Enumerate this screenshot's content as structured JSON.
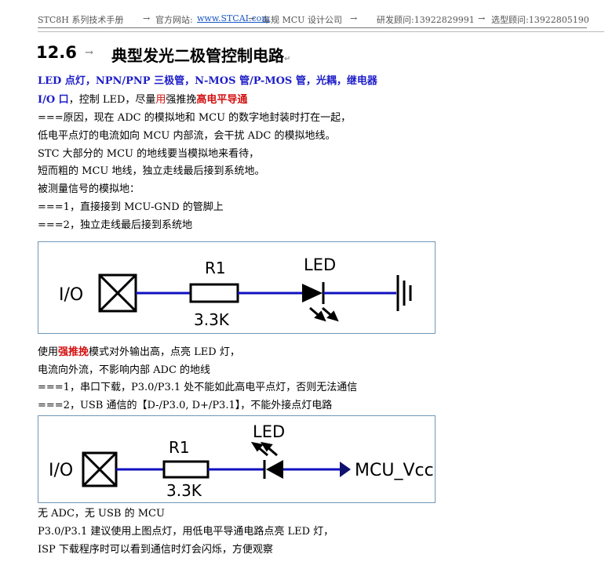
{
  "header": {
    "manual": "STC8H 系列技术手册",
    "arrow1": "→",
    "site_label": "官方网站:",
    "site_url": "www.STCAI.com",
    "arrow2": "→",
    "company": "车规 MCU 设计公司",
    "arrow3": "→",
    "rd_consultant": "研发顾问:13922829991",
    "arrow4": "→",
    "sel_consultant": "选型顾问:13922805190"
  },
  "section": {
    "number": "12.6",
    "arrow": "→",
    "title": "典型发光二极管控制电路",
    "mark": "↵"
  },
  "para1": {
    "l1": "LED 点灯，NPN/PNP 三极管，N-MOS 管/P-MOS 管，光耦，继电器",
    "l2_a": "I/O 口",
    "l2_b": "，控制 LED，尽量",
    "l2_c": "用",
    "l2_d": "强推挽",
    "l2_e": "高电平导通",
    "l3": "===原因，现在 ADC 的模拟地和 MCU 的数字地封装时打在一起，",
    "l4": "低电平点灯的电流如向 MCU 内部流，会干扰 ADC 的模拟地线。",
    "l5": "STC 大部分的 MCU 的地线要当模拟地来看待，",
    "l6": "短而粗的 MCU 地线，独立走线最后接到系统地。",
    "l7": "被测量信号的模拟地：",
    "l8": "===1，直接接到 MCU-GND 的管脚上",
    "l9": "===2，独立走线最后接到系统地"
  },
  "circuit1": {
    "io_label": "I/O",
    "resistor_label": "R1",
    "resistor_value": "3.3K",
    "led_label": "LED"
  },
  "para2": {
    "l1_a": "使用",
    "l1_b": "强推挽",
    "l1_c": "模式对外输出高，点亮 LED 灯，",
    "l2": "电流向外流，不影响内部 ADC 的地线",
    "l3": "===1，串口下载，P3.0/P3.1 处不能如此高电平点灯，否则无法通信",
    "l4": "===2，USB 通信的【D-/P3.0, D+/P3.1】，不能外接点灯电路"
  },
  "circuit2": {
    "io_label": "I/O",
    "resistor_label": "R1",
    "resistor_value": "3.3K",
    "led_label": "LED",
    "vcc_label": "MCU_Vcc"
  },
  "para3": {
    "l1": "无 ADC，无 USB 的 MCU",
    "l2": "P3.0/P3.1 建议使用上图点灯，用低电平导通电路点亮 LED 灯，",
    "l3": "ISP 下载程序时可以看到通信时灯会闪烁，方便观察"
  },
  "colors": {
    "wire": "#1010c0",
    "emphasis_blue": "#1e1ec8",
    "emphasis_red": "#d41010",
    "frame": "#6f97b8"
  }
}
